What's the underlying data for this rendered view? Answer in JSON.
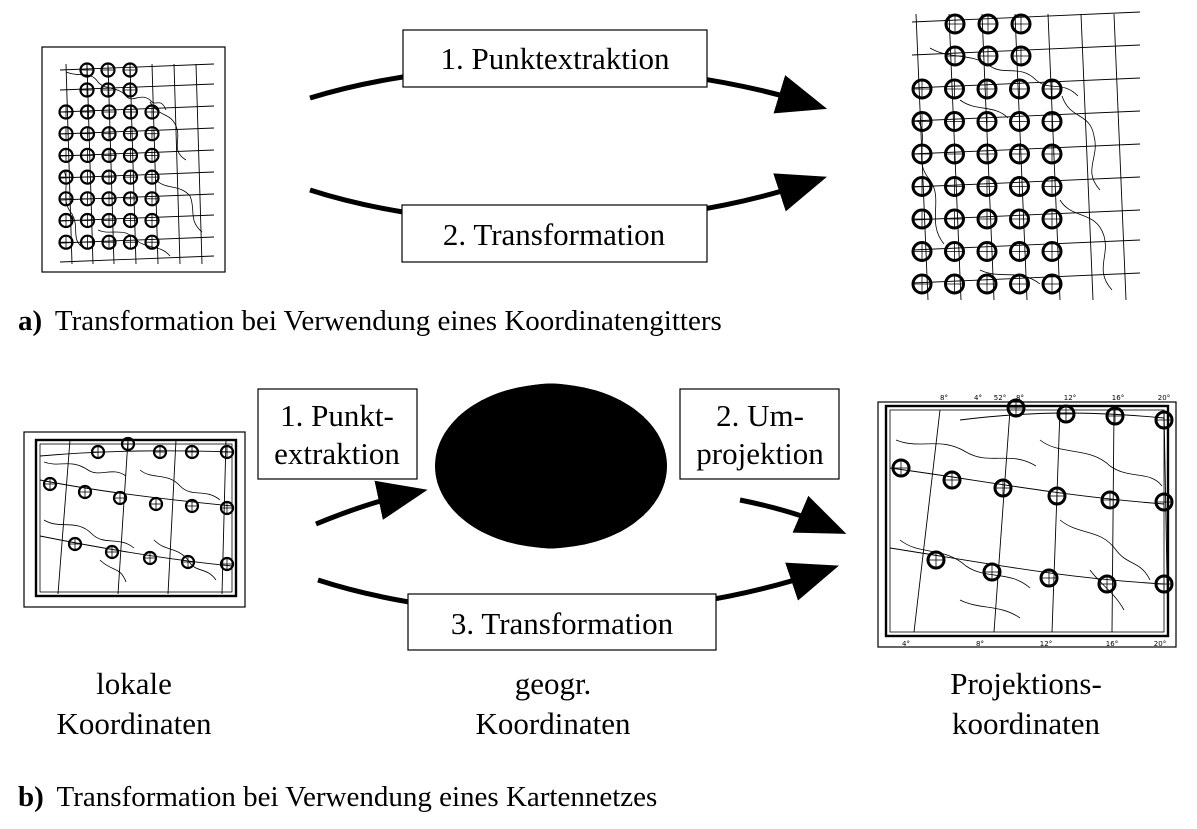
{
  "part_a": {
    "step1_label": "1. Punktextraktion",
    "step2_label": "2. Transformation",
    "caption_letter": "a)",
    "caption_text": "Transformation bei Verwendung eines Koordinatengitters"
  },
  "part_b": {
    "step1_label_line1": "1. Punkt-",
    "step1_label_line2": "extraktion",
    "step2_label_line1": "2. Um-",
    "step2_label_line2": "projektion",
    "step3_label": "3. Transformation",
    "local_line1": "lokale",
    "local_line2": "Koordinaten",
    "geo_line1": "geogr.",
    "geo_line2": "Koordinaten",
    "proj_line1": "Projektions-",
    "proj_line2": "koordinaten",
    "caption_letter": "b)",
    "caption_text": "Transformation bei Verwendung eines Kartennetzes"
  }
}
